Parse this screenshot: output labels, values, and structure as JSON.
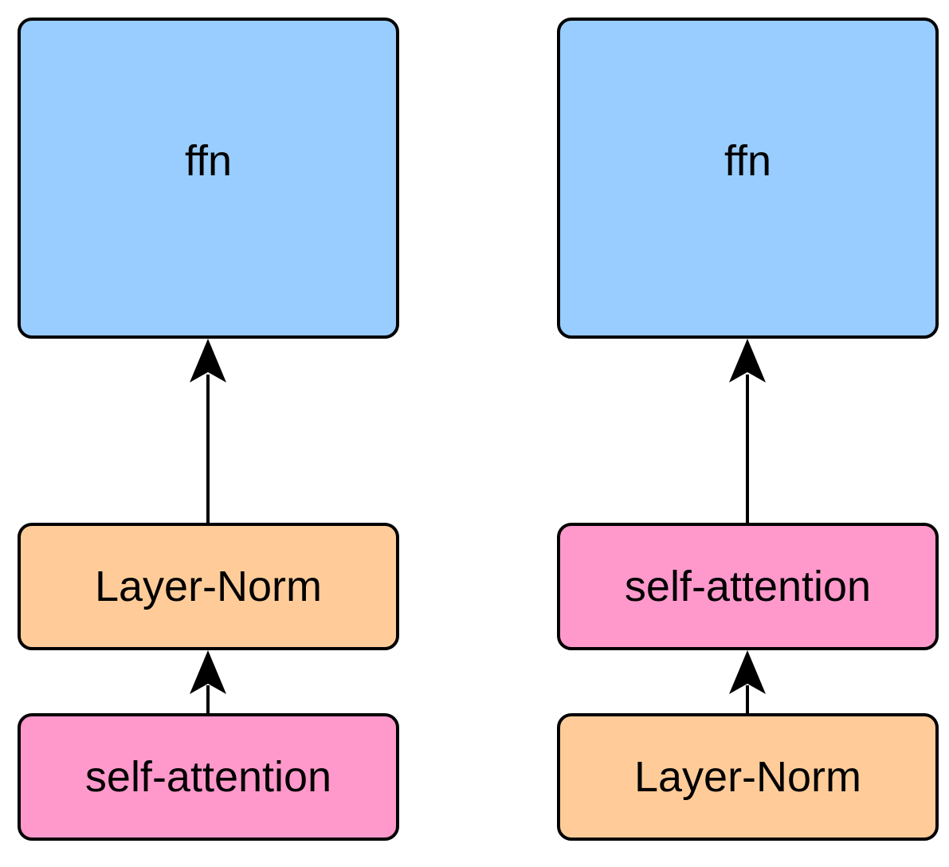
{
  "colors": {
    "ffn_fill": "#99ccff",
    "layer_norm_fill": "#ffcc99",
    "self_attention_fill": "#ff99cc",
    "stroke": "#000000"
  },
  "left_column": {
    "ffn_label": "ffn",
    "middle_label": "Layer-Norm",
    "bottom_label": "self-attention"
  },
  "right_column": {
    "ffn_label": "ffn",
    "middle_label": "self-attention",
    "bottom_label": "Layer-Norm"
  },
  "icons": [
    "arrow-up-icon"
  ]
}
